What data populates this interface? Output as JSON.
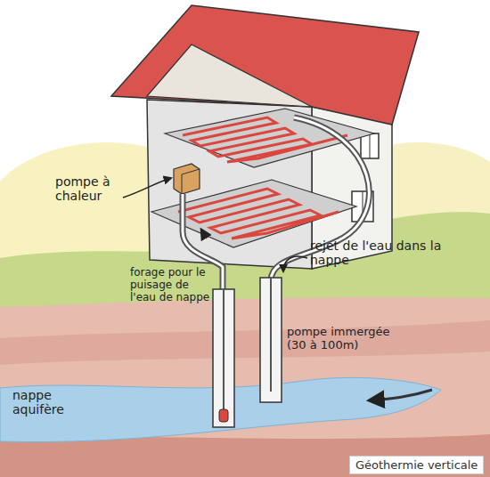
{
  "diagram": {
    "caption": "Géothermie verticale",
    "nodes": [
      {
        "text": [
          "nappe aquifère"
        ]
      }
    ],
    "labels": [
      "pompe à chaleur",
      "forage pour le puisage de l'eau de nappe",
      "rejet de l'eau dans la nappe",
      "pompe immergée (30 à 100m)"
    ]
  }
}
